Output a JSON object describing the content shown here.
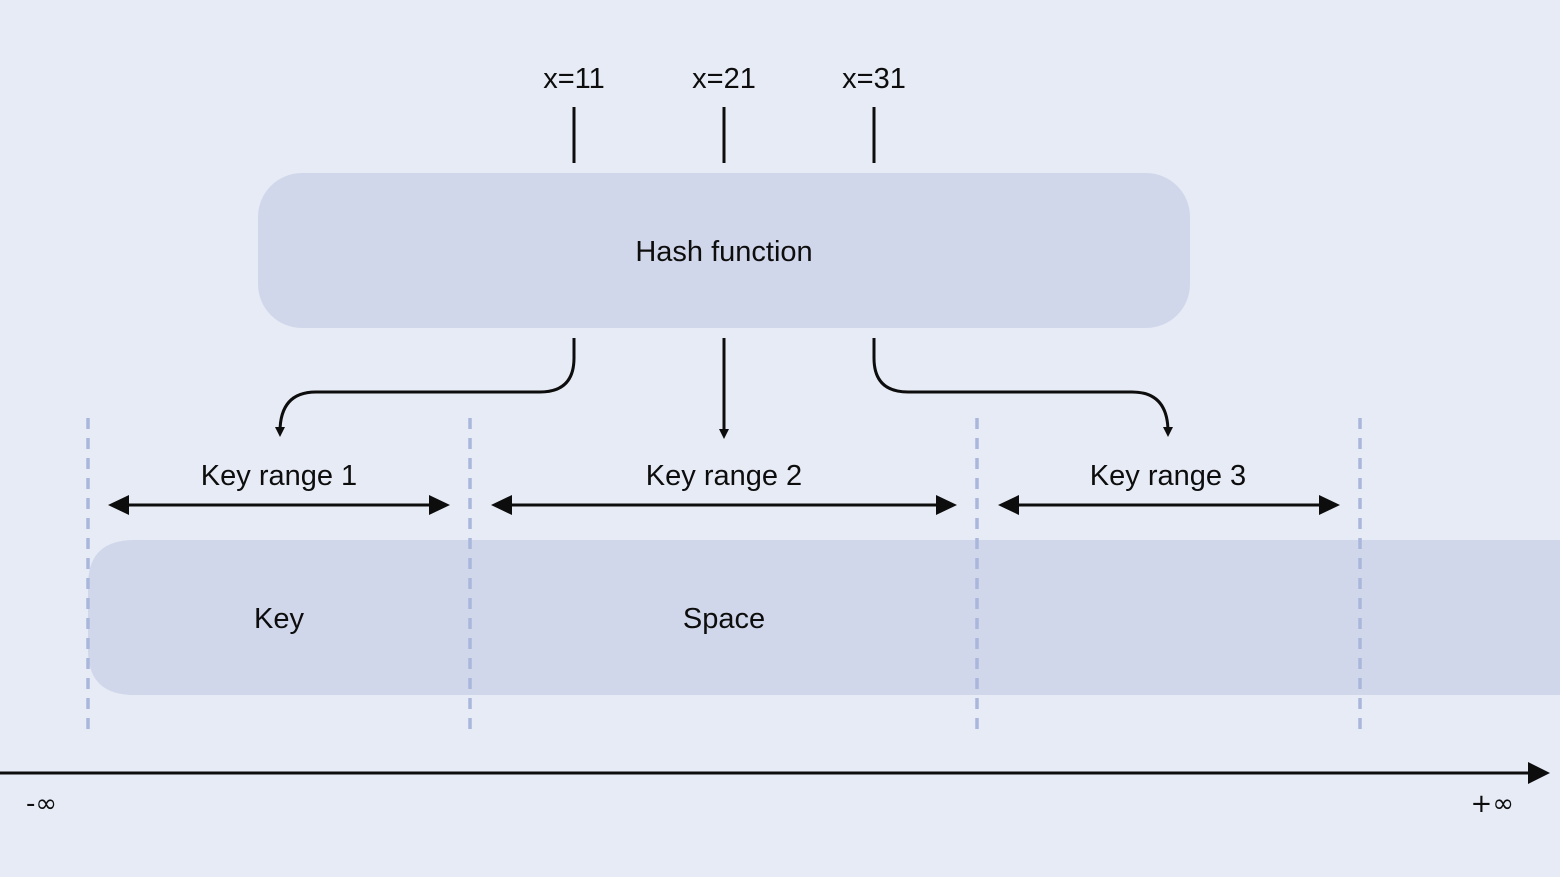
{
  "inputs": [
    {
      "label": "x=11"
    },
    {
      "label": "x=21"
    },
    {
      "label": "x=31"
    }
  ],
  "hash_function": {
    "label": "Hash function"
  },
  "key_ranges": [
    {
      "label": "Key range 1"
    },
    {
      "label": "Key range 2"
    },
    {
      "label": "Key range 3"
    }
  ],
  "key_space": {
    "label_left": "Key",
    "label_right": "Space"
  },
  "axis": {
    "min_label": "-∞",
    "max_label": "+∞"
  },
  "colors": {
    "background": "#e7ebf5",
    "box_fill": "#d1d7ea",
    "stroke": "#0d0d0d",
    "divider": "#aab7dc"
  }
}
